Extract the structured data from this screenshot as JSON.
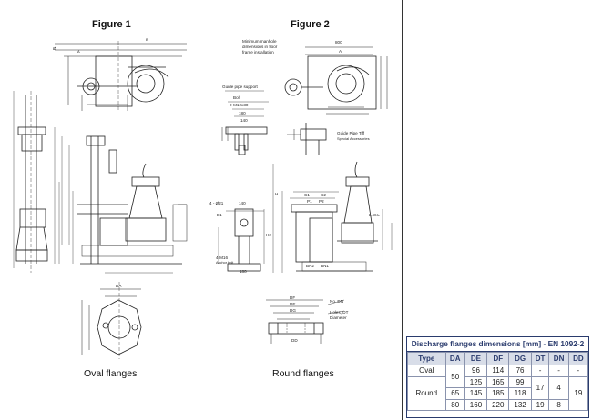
{
  "figures": {
    "fig1_title": "Figure 1",
    "fig2_title": "Figure 2"
  },
  "captions": {
    "oval": "Oval flanges",
    "round": "Round flanges"
  },
  "callouts": {
    "manhole": [
      "Minimum manhole",
      "dimensions in floor",
      "frame installation"
    ],
    "guide_support": "Guide pipe support",
    "bolt": "Bolt",
    "bolt_size": "2-M12x30",
    "guide_pipe": "Guide Pipe Tiff",
    "special_acc": "Special Accessories",
    "dim_800": "800",
    "dim_a": "A",
    "dim_180": "180",
    "dim_140": "140",
    "dim_4_o21": "4 - Ø21",
    "dim_e1": "E1",
    "dim_h": "H",
    "dim_h2": "H2",
    "dim_lwl": "L.W.L",
    "dim_c1": "C1",
    "dim_c2": "C2",
    "dim_p1": "P1",
    "dim_p2": "P2",
    "dim_bn1": "BN1",
    "dim_bn2": "BN2",
    "dim_m16": "4-M16",
    "anchor": "Anchor bolt",
    "no_dn": "No. DN",
    "holes": "Holes, DT",
    "dia": "Diameter",
    "df": "DF",
    "de": "DE",
    "dg": "DG",
    "dd": "DD",
    "da": "DA"
  },
  "table": {
    "title": "Discharge flanges dimensions [mm] - EN 1092-2",
    "headers": [
      "Type",
      "DA",
      "DE",
      "DF",
      "DG",
      "DT",
      "DN",
      "DD"
    ],
    "rows": [
      [
        "Oval",
        "50",
        "96",
        "114",
        "76",
        "-",
        "-",
        "-"
      ],
      [
        "",
        "",
        "125",
        "165",
        "99",
        "",
        "",
        ""
      ],
      [
        "Round",
        "65",
        "145",
        "185",
        "118",
        "17",
        "4",
        "19"
      ],
      [
        "",
        "80",
        "160",
        "220",
        "132",
        "19",
        "8",
        ""
      ]
    ]
  }
}
